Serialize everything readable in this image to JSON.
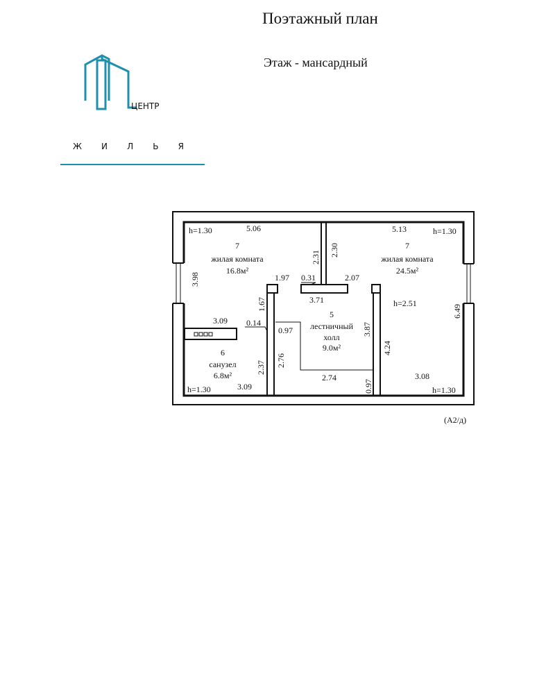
{
  "header": {
    "title": "Поэтажный план",
    "floor": "Этаж - мансардный"
  },
  "logo": {
    "line1": "ЦЕНТР",
    "line2": "ЖИЛЬЯ",
    "color": "#1e8fae"
  },
  "plan": {
    "rooms": [
      {
        "number": "7",
        "name": "жилая комната",
        "area": "16.8м²"
      },
      {
        "number": "7",
        "name": "жилая комната",
        "area": "24.5м²"
      },
      {
        "number": "5",
        "name1": "лестничный",
        "name2": "холл",
        "area": "9.0м²"
      },
      {
        "number": "6",
        "name": "санузел",
        "area": "6.8м²"
      }
    ],
    "heights": {
      "h_tl": "h=1.30",
      "h_tr": "h=1.30",
      "h_bl": "h=1.30",
      "h_br": "h=1.30",
      "h_mid": "h=2.51"
    },
    "dims": {
      "d506": "5.06",
      "d513": "5.13",
      "d231": "2.31",
      "d230": "2.30",
      "d398": "3.98",
      "d197": "1.97",
      "d031": "0.31",
      "d207": "2.07",
      "d371": "3.71",
      "d167": "1.67",
      "d309a": "3.09",
      "d014": "0.14",
      "d097a": "0.97",
      "d387": "3.87",
      "d649": "6.49",
      "d424": "4.24",
      "d276": "2.76",
      "d237": "2.37",
      "d274": "2.74",
      "d309b": "3.09",
      "d097b": "0.97",
      "d308": "3.08"
    }
  },
  "footer": {
    "sheet_code": "(А2/д)"
  }
}
